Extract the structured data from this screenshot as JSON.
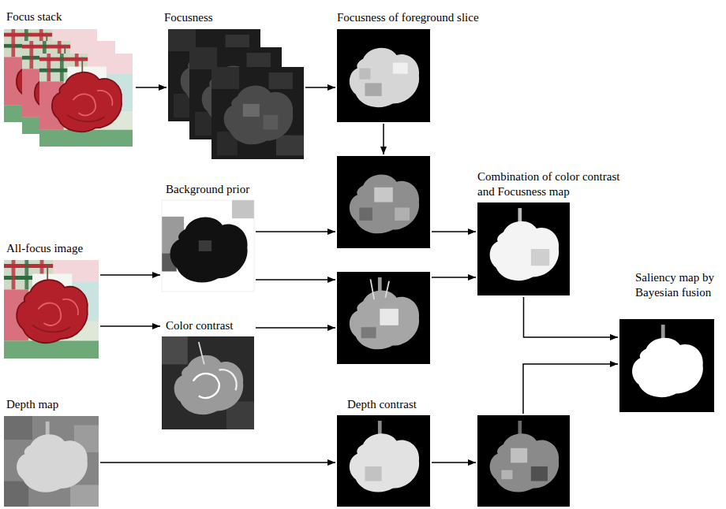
{
  "diagram": {
    "nodes": [
      {
        "text": [
          "Focus stack"
        ]
      },
      {
        "text": [
          "Focusness"
        ]
      },
      {
        "text": [
          "Focusness of foreground slice"
        ]
      },
      {
        "text": [
          "Combination of color contrast and Focusness map"
        ]
      },
      {
        "text": [
          "Background prior"
        ]
      },
      {
        "text": [
          "All-focus image"
        ]
      },
      {
        "text": [
          "Saliency map by Bayesian fusion"
        ]
      },
      {
        "text": [
          "Color contrast"
        ]
      },
      {
        "text": [
          "Depth map"
        ]
      },
      {
        "text": [
          "Depth contrast"
        ]
      }
    ],
    "edges": [
      {
        "from": 0,
        "to": 1,
        "arrow": "to"
      },
      {
        "from": 1,
        "to": 2,
        "arrow": "to"
      },
      {
        "from": 5,
        "to": 4,
        "arrow": "to"
      },
      {
        "from": 5,
        "to": 7,
        "arrow": "to"
      },
      {
        "from": 3,
        "to": 6,
        "arrow": "to"
      },
      {
        "from": 8,
        "to": 9,
        "arrow": "to"
      }
    ]
  }
}
